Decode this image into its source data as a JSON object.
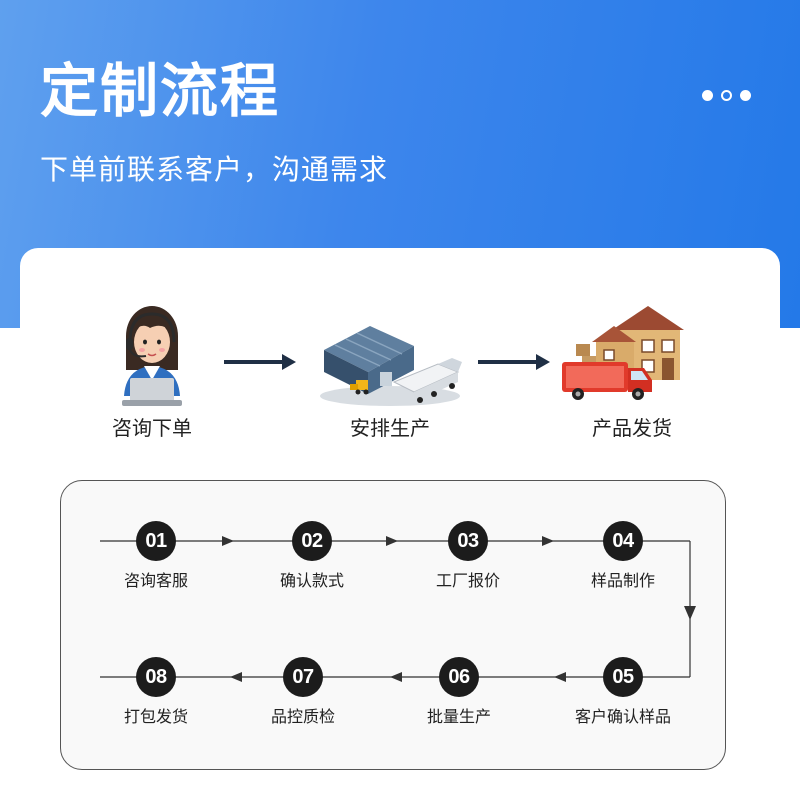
{
  "header": {
    "title": "定制流程",
    "subtitle": "下单前联系客户，沟通需求"
  },
  "stages": [
    {
      "label": "咨询下单",
      "icon": "customer-service-agent-icon"
    },
    {
      "label": "安排生产",
      "icon": "factory-warehouse-icon"
    },
    {
      "label": "产品发货",
      "icon": "delivery-truck-house-icon"
    }
  ],
  "steps": [
    {
      "number": "01",
      "label": "咨询客服"
    },
    {
      "number": "02",
      "label": "确认款式"
    },
    {
      "number": "03",
      "label": "工厂报价"
    },
    {
      "number": "04",
      "label": "样品制作"
    },
    {
      "number": "05",
      "label": "客户确认样品"
    },
    {
      "number": "06",
      "label": "批量生产"
    },
    {
      "number": "07",
      "label": "品控质检"
    },
    {
      "number": "08",
      "label": "打包发货"
    }
  ],
  "colors": {
    "banner_start": "#5fa0ee",
    "banner_end": "#2479e8",
    "badge": "#1c1c1c",
    "arrow": "#1f2f45"
  }
}
